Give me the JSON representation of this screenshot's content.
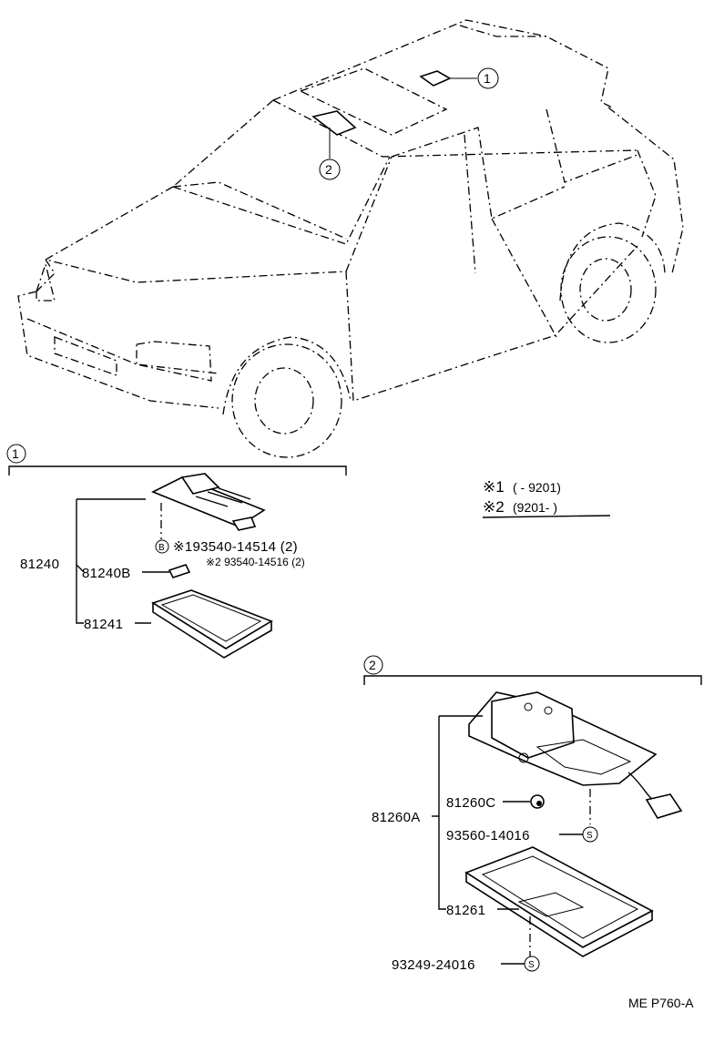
{
  "figure_code": "ME  P760-A",
  "callouts": {
    "c1": "1",
    "c2": "2"
  },
  "notes": {
    "n1_mark": "※1",
    "n1_range": "(        -  9201)",
    "n2_mark": "※2",
    "n2_range": "(9201-          )"
  },
  "group1": {
    "label": "1",
    "assembly": "81240",
    "socket": "81240B",
    "lens": "81241",
    "bulb1": "※193540-14514 (2)",
    "bulb2": "※2 93540-14516 (2)",
    "bulb_symbol": "B"
  },
  "group2": {
    "label": "2",
    "assembly": "81260A",
    "bulb": "81260C",
    "screw1": "93560-14016",
    "lens": "81261",
    "screw2": "93249-24016",
    "screw_symbol": "S"
  }
}
